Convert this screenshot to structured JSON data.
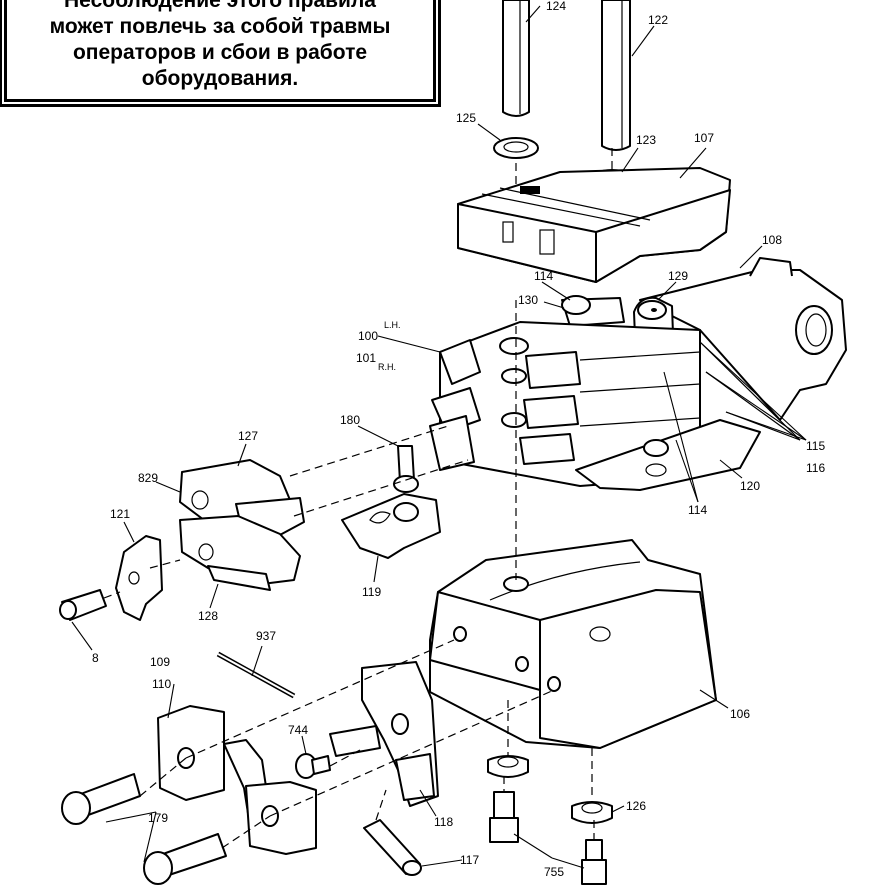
{
  "warning": {
    "lines": [
      "Несоблюдение этого правила",
      "может повлечь за собой травмы",
      "операторов  и сбои в работе",
      "оборудования."
    ]
  },
  "labels": {
    "p124": "124",
    "p122": "122",
    "p125": "125",
    "p123": "123",
    "p107": "107",
    "p108": "108",
    "p114a": "114",
    "p129": "129",
    "p130": "130",
    "p100": "100",
    "lh": "L.H.",
    "p101": "101",
    "rh": "R.H.",
    "p180": "180",
    "p127": "127",
    "p829": "829",
    "p121": "121",
    "p119": "119",
    "p128": "128",
    "p8": "8",
    "p115": "115",
    "p116": "116",
    "p120": "120",
    "p114b": "114",
    "p937": "937",
    "p109": "109",
    "p110": "110",
    "p744": "744",
    "p106": "106",
    "p179": "179",
    "p118": "118",
    "p126": "126",
    "p117": "117",
    "p755": "755"
  }
}
